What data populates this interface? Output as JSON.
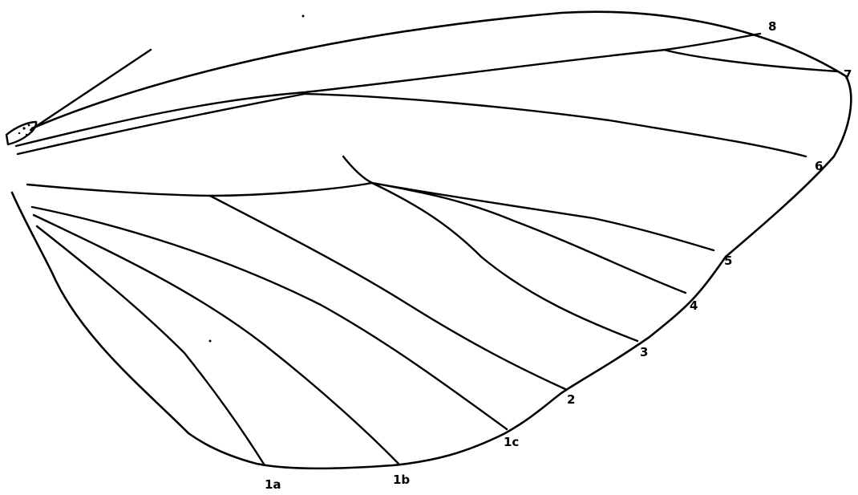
{
  "figure": {
    "vein_labels": {
      "v8": "8",
      "v7": "7",
      "v6": "6",
      "v5": "5",
      "v4": "4",
      "v3": "3",
      "v2": "2",
      "v1c": "1c",
      "v1b": "1b",
      "v1a": "1a"
    }
  }
}
